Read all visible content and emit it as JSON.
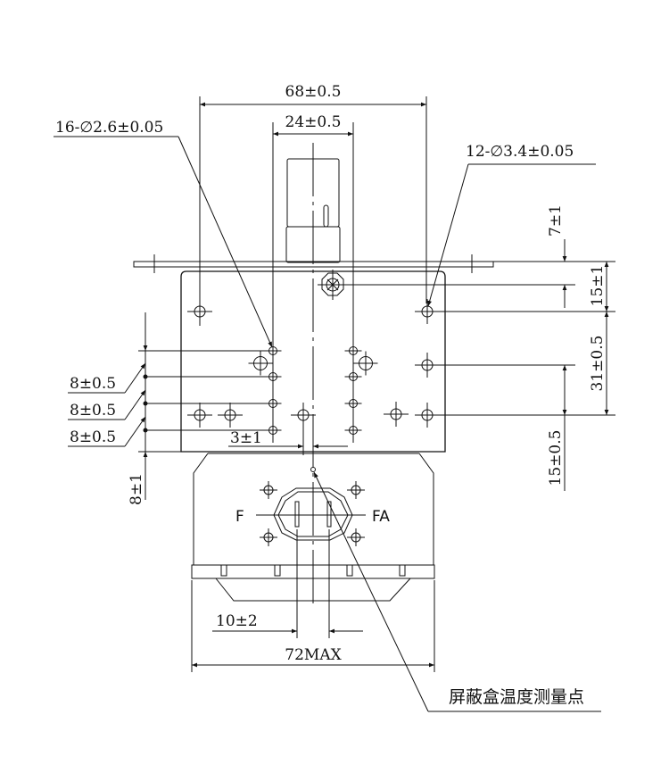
{
  "dimensions": {
    "width_68": "68±0.5",
    "width_24": "24±0.5",
    "holes_16": "16-∅2.6±0.05",
    "holes_12": "12-∅3.4±0.05",
    "right_7": "7±1",
    "right_15a": "15±1",
    "right_31": "31±0.5",
    "right_15b": "15±0.5",
    "left_8a": "8±0.5",
    "left_8b": "8±0.5",
    "left_8c": "8±0.5",
    "left_8_1": "8±1",
    "offset_3": "3±1",
    "pin_10": "10±2",
    "max_72": "72MAX"
  },
  "terminals": {
    "left": "F",
    "right": "FA"
  },
  "annotation": "屏蔽盒温度测量点"
}
